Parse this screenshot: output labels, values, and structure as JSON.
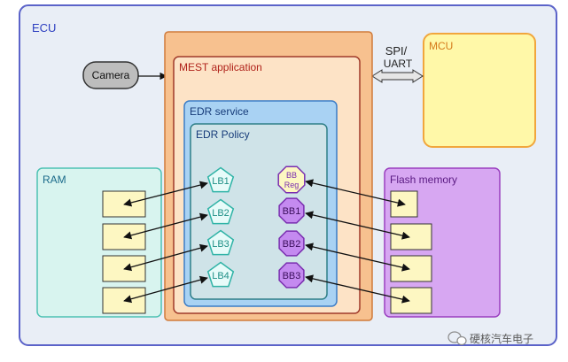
{
  "ecu": {
    "label": "ECU"
  },
  "camera": {
    "label": "Camera"
  },
  "mest": {
    "label": "MEST application"
  },
  "edr_service": {
    "label": "EDR service"
  },
  "edr_policy": {
    "label": "EDR Policy"
  },
  "ram": {
    "label": "RAM"
  },
  "flash": {
    "label": "Flash memory"
  },
  "mcu": {
    "label": "MCU"
  },
  "link": {
    "line1": "SPI/",
    "line2": "UART"
  },
  "lb": [
    "LB1",
    "LB2",
    "LB3",
    "LB4"
  ],
  "bb_reg": {
    "line1": "BB",
    "line2": "Reg"
  },
  "bb": [
    "BB1",
    "BB2",
    "BB3"
  ],
  "watermark": {
    "text": "硬核汽车电子"
  },
  "colors": {
    "ecu_fill": "#e9eef6",
    "ecu_stroke": "#5b63c9",
    "mest_outer": "#f7c18f",
    "mest_outer_stroke": "#d07a3a",
    "mest_inner": "#fde3c6",
    "mest_inner_stroke": "#a03a2a",
    "edr_service": "#a9d2f3",
    "edr_service_stroke": "#3a7cc7",
    "edr_policy": "#cfe3e8",
    "edr_policy_stroke": "#2f7f88",
    "ram_fill": "#d8f4ef",
    "ram_stroke": "#4ec2b4",
    "flash_fill": "#d7a7f2",
    "flash_stroke": "#9a3fbf",
    "mcu_fill": "#fff8a8",
    "mcu_stroke": "#f1a63c",
    "cell_fill": "#fdf7c2",
    "lb_fill": "#e7fbf9",
    "lb_stroke": "#2fb3a6",
    "bb_fill": "#c48af0",
    "bb_stroke": "#7a2fb0",
    "bbreg_fill": "#fdf7c2"
  }
}
